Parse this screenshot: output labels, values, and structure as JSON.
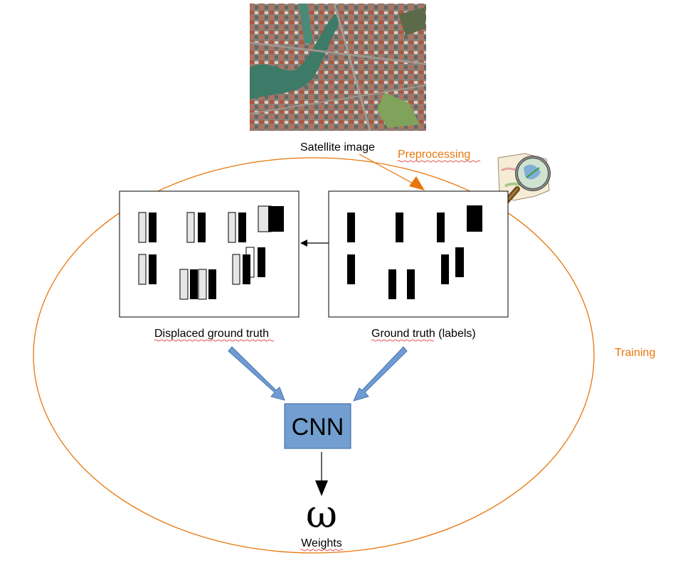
{
  "labels": {
    "satellite": "Satellite image",
    "preprocessing": "Preprocessing",
    "training": "Training",
    "displaced": "Displaced ground truth",
    "ground_truth": "Ground truth (labels)",
    "cnn": "CNN",
    "weights_symbol": "ω",
    "weights": "Weights"
  },
  "colors": {
    "orange": "#e8760a",
    "cnn_fill": "#729fcf",
    "arrow_blue": "#6f9bd3",
    "building_black": "#000000",
    "building_displaced": "#e6e6e6"
  },
  "icons": {
    "satellite_photo": "aerial-city-photo",
    "osm_logo": "openstreetmap-magnifier-icon"
  }
}
